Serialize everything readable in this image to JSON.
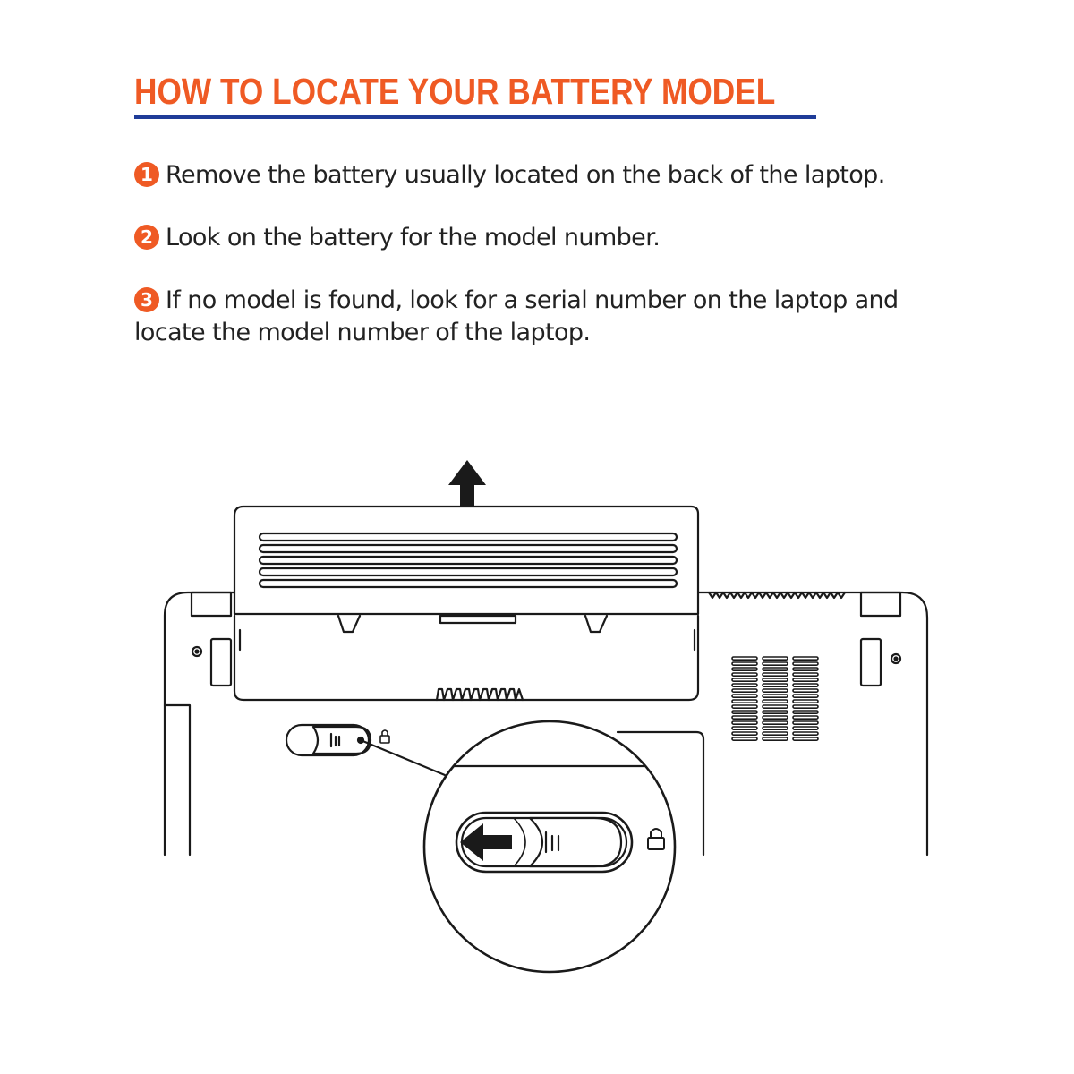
{
  "title": "HOW TO LOCATE YOUR BATTERY MODEL",
  "steps": [
    {
      "number": "1",
      "text": "Remove the battery usually located on the back of the laptop."
    },
    {
      "number": "2",
      "text": "Look on the battery for the model number."
    },
    {
      "number": "3",
      "text": "If no model is found, look for a serial number on the laptop and locate the model number of the laptop."
    }
  ],
  "colors": {
    "accent": "#ef5a24",
    "underline": "#1f3c98",
    "line_art": "#1a1a1a"
  },
  "diagram": {
    "subject": "laptop-underside-with-battery-removed",
    "icons": [
      "up-arrow-icon",
      "left-arrow-icon",
      "lock-icon",
      "screw-icon"
    ]
  }
}
